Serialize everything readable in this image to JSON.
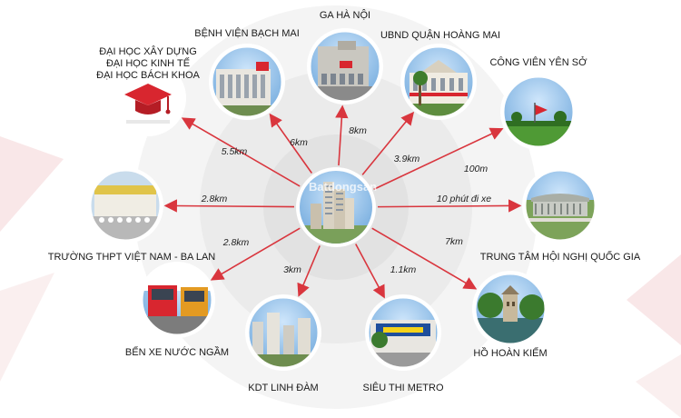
{
  "watermark": "Batdongsan",
  "colors": {
    "arrow": "#d9363e",
    "ring_outer": "#f2f2f2",
    "ring_inner": "#e6e6e6",
    "accent_red": "#d8262f",
    "sky": "#6fa8dc"
  },
  "center": {
    "icon": "apartment-tower"
  },
  "destinations": [
    {
      "id": "bach-mai",
      "label": "BỆNH VIỆN BẠCH MAI",
      "distance": "6km",
      "icon": "hospital-building"
    },
    {
      "id": "ga-ha-noi",
      "label": "GA HÀ NỘI",
      "distance": "8km",
      "icon": "railway-station"
    },
    {
      "id": "ubnd",
      "label": "UBND QUẬN HOÀNG MAI",
      "distance": "3.9km",
      "icon": "district-office"
    },
    {
      "id": "yen-so",
      "label": "CÔNG VIÊN YÊN SỞ",
      "distance": "100m",
      "icon": "park"
    },
    {
      "id": "hoi-nghi",
      "label": "TRUNG TÂM HỘI NGHỊ QUỐC GIA",
      "distance": "10 phút đi xe",
      "icon": "convention-center"
    },
    {
      "id": "hoan-kiem",
      "label": "HỒ HOÀN KIẾM",
      "distance": "7km",
      "icon": "turtle-tower"
    },
    {
      "id": "metro",
      "label": "SIÊU THI METRO",
      "distance": "1.1km",
      "icon": "supermarket"
    },
    {
      "id": "linh-dam",
      "label": "KDT LINH ĐÀM",
      "distance": "3km",
      "icon": "urban-area"
    },
    {
      "id": "ben-xe",
      "label": "BẾN XE NƯỚC NGẦM",
      "distance": "2.8km",
      "icon": "bus-station"
    },
    {
      "id": "thpt",
      "label": "TRƯỜNG THPT VIỆT NAM - BA LAN",
      "distance": "2.8km",
      "icon": "school"
    },
    {
      "id": "dai-hoc",
      "label_lines": [
        "ĐẠI HỌC XÂY DỰNG",
        "ĐẠI HỌC KINH TẾ",
        "ĐẠI HỌC BÁCH KHOA"
      ],
      "distance": "5.5km",
      "icon": "graduation-cap"
    }
  ]
}
